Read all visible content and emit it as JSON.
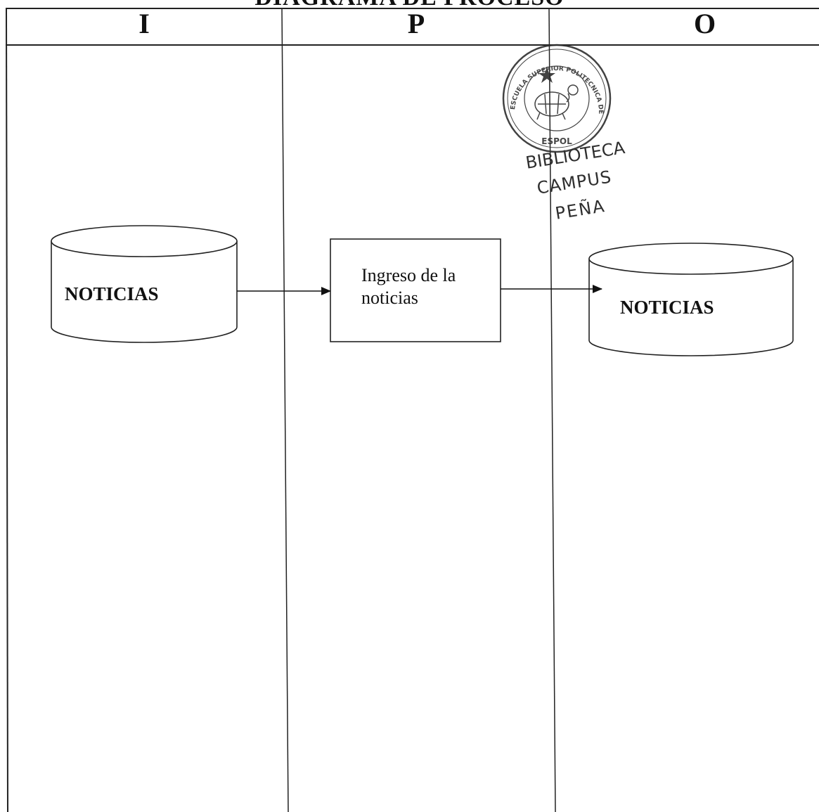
{
  "title": "DIAGRAMA DE PROCESO",
  "columns": {
    "input": "I",
    "process": "P",
    "output": "O"
  },
  "input_store": {
    "label": "NOTICIAS"
  },
  "process_step": {
    "label": "Ingreso de la noticias"
  },
  "output_store": {
    "label": "NOTICIAS"
  },
  "stamp": {
    "seal_ring": "ESCUELA SUPERIOR POLITECNICA DEL LITORAL",
    "seal_bottom": "ESPOL",
    "line1": "BIBLIOTECA",
    "line2": "CAMPUS",
    "line3": "PEÑA"
  }
}
